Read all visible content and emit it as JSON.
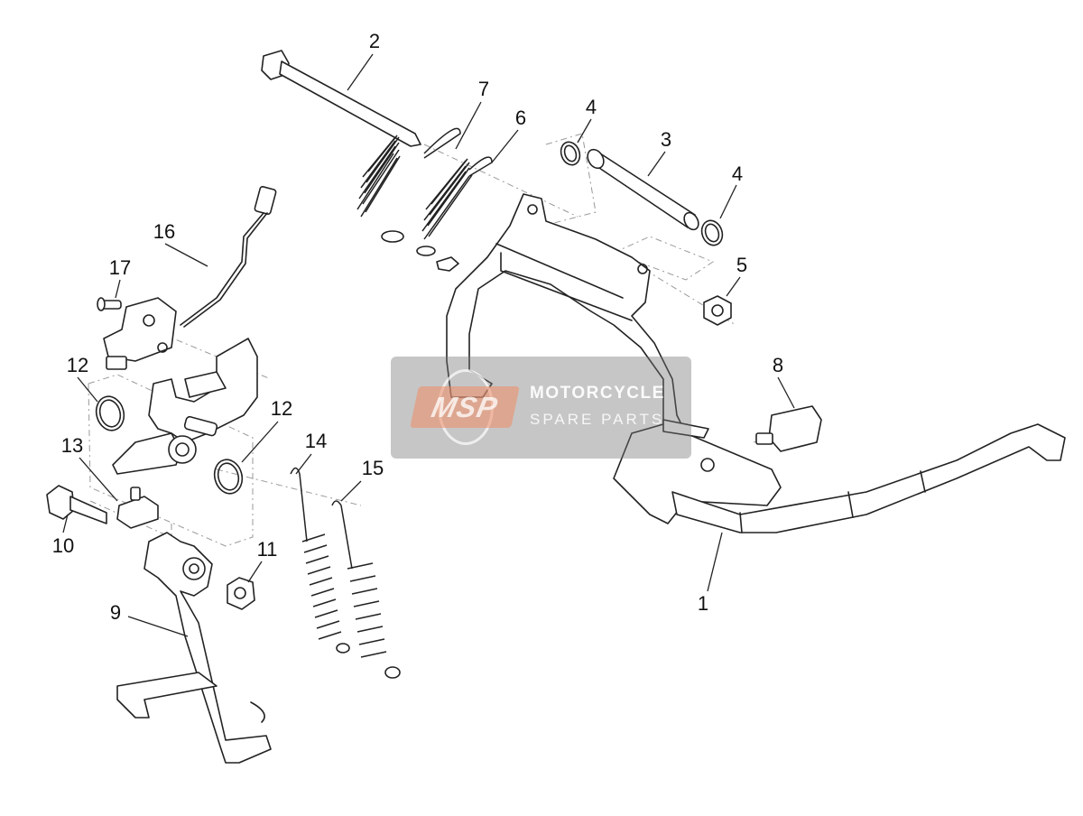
{
  "callouts": {
    "c1": "1",
    "c2": "2",
    "c3": "3",
    "c4a": "4",
    "c4b": "4",
    "c5": "5",
    "c6": "6",
    "c7": "7",
    "c8": "8",
    "c9": "9",
    "c10": "10",
    "c11": "11",
    "c12a": "12",
    "c12b": "12",
    "c13": "13",
    "c14": "14",
    "c15": "15",
    "c16": "16",
    "c17": "17"
  },
  "watermark": {
    "logo": "MSP",
    "title": "MOTORCYCLE",
    "subtitle": "SPARE PARTS"
  }
}
